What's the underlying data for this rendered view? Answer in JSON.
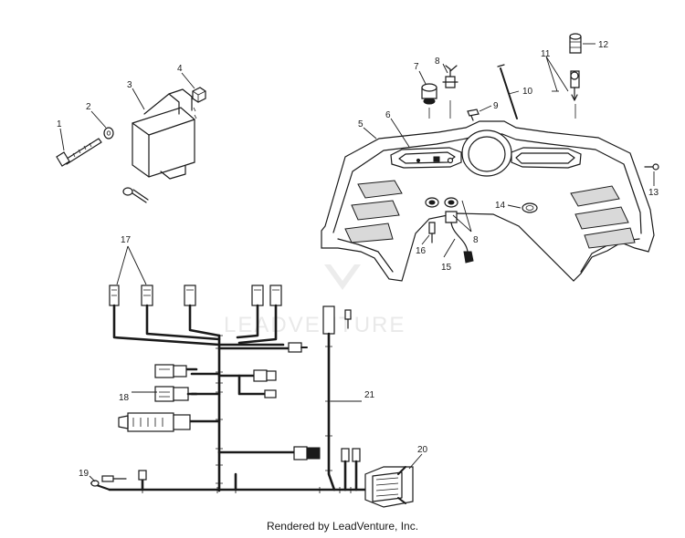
{
  "callouts": {
    "c1": "1",
    "c2": "2",
    "c3": "3",
    "c4": "4",
    "c5": "5",
    "c6": "6",
    "c7": "7",
    "c8a": "8",
    "c8b": "8",
    "c9": "9",
    "c10": "10",
    "c11": "11",
    "c12": "12",
    "c13": "13",
    "c14": "14",
    "c15": "15",
    "c16": "16",
    "c17": "17",
    "c18": "18",
    "c19": "19",
    "c20": "20",
    "c21": "21"
  },
  "watermark": {
    "text": "LEADVENTURE",
    "logo": "leadventure-logo"
  },
  "footer": {
    "text": "Rendered by LeadVenture, Inc."
  }
}
